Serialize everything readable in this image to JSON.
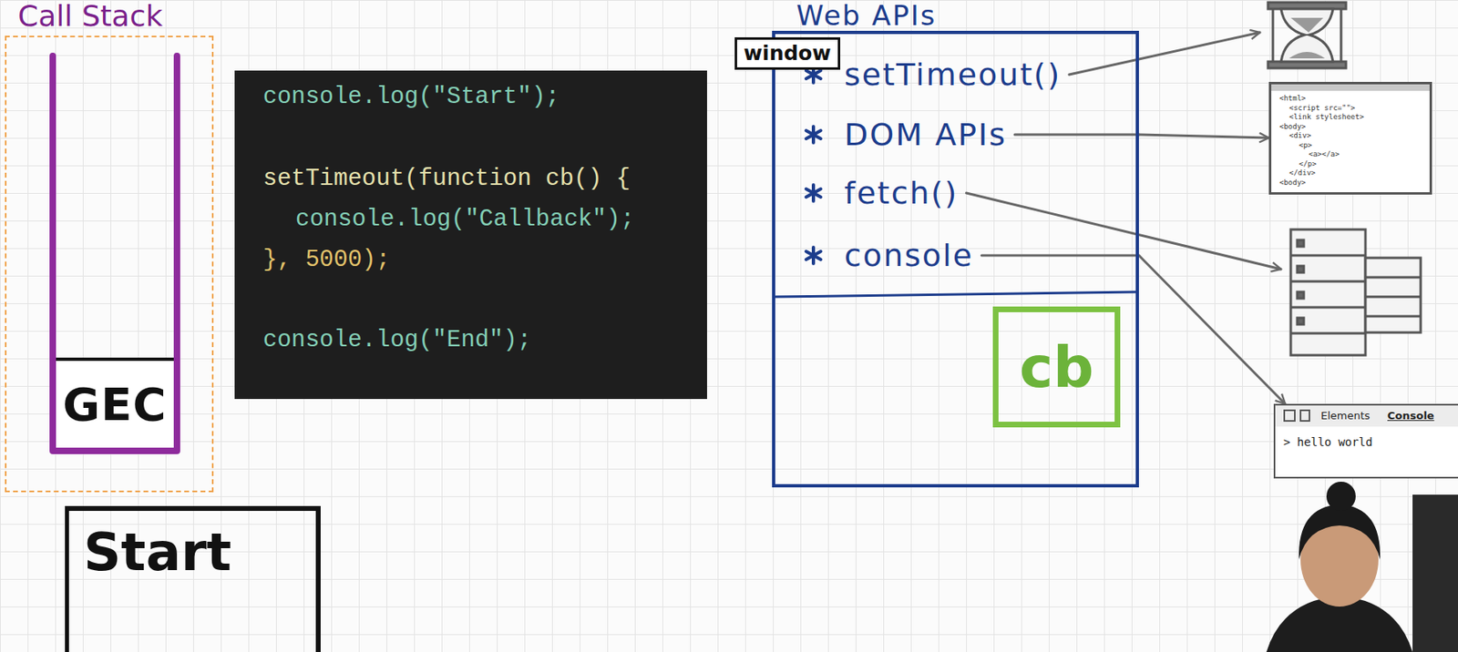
{
  "diagram": {
    "nodes": [
      {
        "text": [
          "Call Stack"
        ]
      },
      {
        "text": [
          "GEC"
        ],
        "in": 0
      },
      {
        "text": [
          "console.log(\"Start\");",
          "setTimeout(function cb() {",
          "console.log(\"Callback\");",
          "}, 5000);",
          "console.log(\"End\");"
        ]
      },
      {
        "text": [
          "Web APIs",
          "setTimeout()",
          "DOM APIs",
          "fetch()",
          "console"
        ]
      },
      {
        "text": [
          "window"
        ],
        "in": 3
      },
      {
        "text": [
          "cb"
        ],
        "in": 3
      },
      {
        "text": [
          "<html>",
          "<script src=\"\">",
          "<link stylesheet>",
          "<body>",
          "<div>",
          "<p>",
          "<a></a>",
          "</p>",
          "</div>",
          "<body>"
        ]
      },
      {
        "text": [
          "Elements",
          "Console",
          "> hello world"
        ]
      },
      {
        "text": [
          "Start"
        ]
      }
    ],
    "edges": [
      {
        "from": 3,
        "to": 6,
        "arrow": "to"
      },
      {
        "from": 3,
        "to": 7,
        "arrow": "to"
      }
    ]
  }
}
